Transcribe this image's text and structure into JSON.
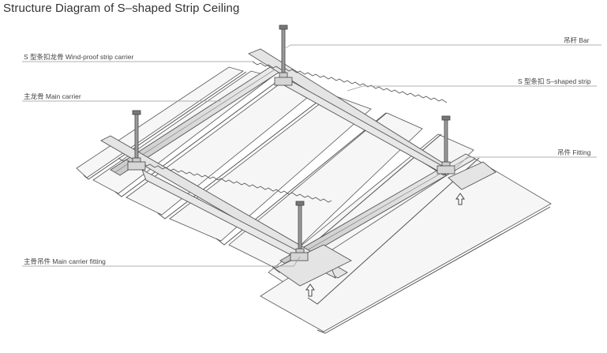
{
  "title": "Structure Diagram of S–shaped Strip Ceiling",
  "labels": {
    "wind_proof_carrier": "S 型条扣龙骨  Wind-proof strip carrier",
    "main_carrier": "主龙骨   Main carrier",
    "main_carrier_fitting": "主骨吊件  Main carrier fitting",
    "bar": "吊杆  Bar",
    "s_shaped_strip": "S 型条扣  S–shaped strip",
    "fitting": "吊件   Fitting"
  },
  "colors": {
    "line": "#555555",
    "leader": "#999999",
    "panel_fill": "#f6f6f6",
    "carrier_fill": "#e4e4e4",
    "rod_fill": "#9a9a9a"
  }
}
